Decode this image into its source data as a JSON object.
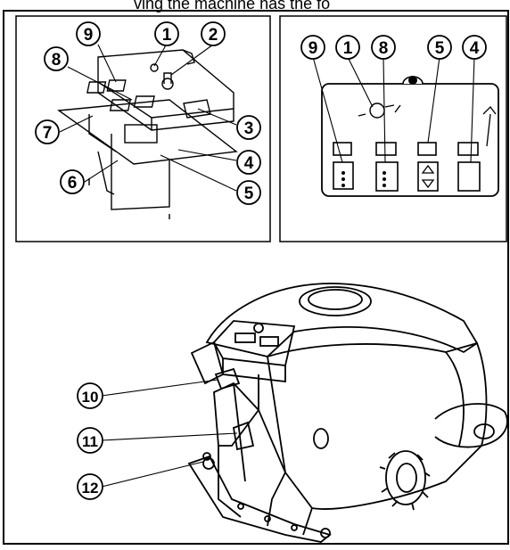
{
  "header": {
    "text": "ving the machine has the fo"
  },
  "callouts": {
    "inset_left": [
      "9",
      "1",
      "2",
      "8",
      "7",
      "3",
      "4",
      "6",
      "5"
    ],
    "inset_right": [
      "9",
      "1",
      "8",
      "5",
      "4"
    ],
    "machine": [
      "10",
      "11",
      "12"
    ]
  }
}
